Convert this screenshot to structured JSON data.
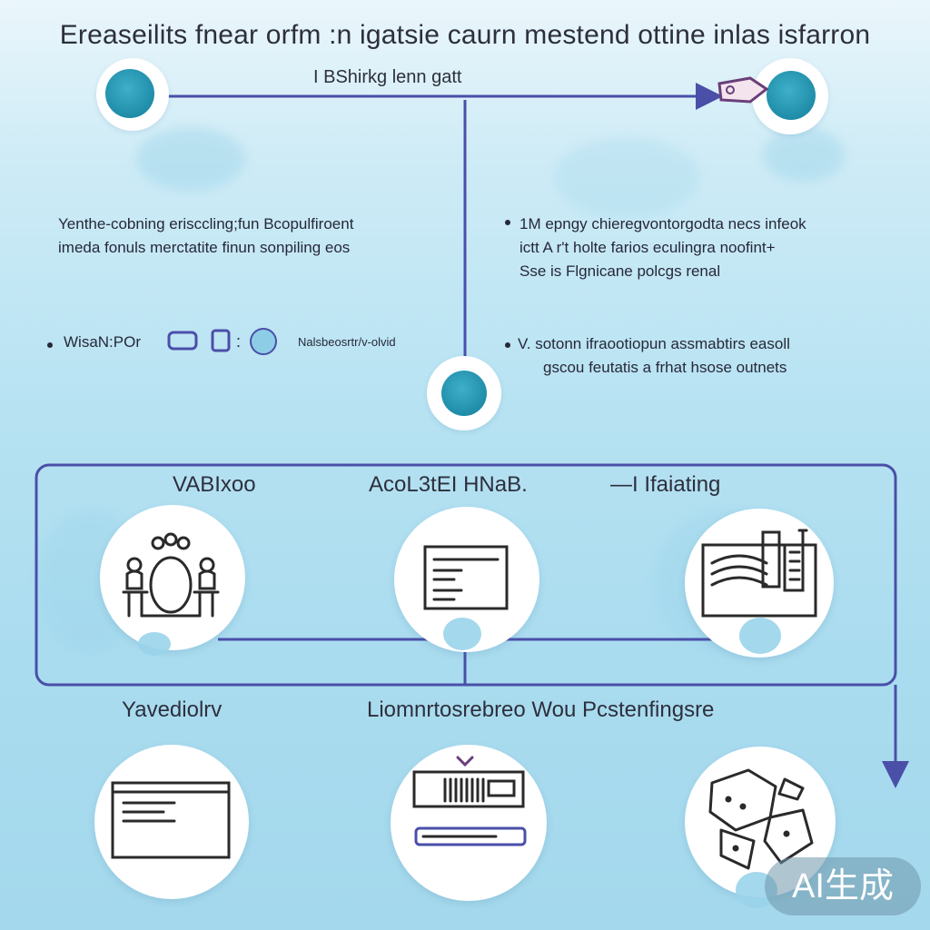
{
  "title": "Ereaseilits fnear orfm :n igatsie caurn mestend ottine inlas isfarron",
  "top_label": "I BShirkg lenn gatt",
  "notes": {
    "left_top": [
      "Yenthe-cobning erisccling;fun Bcopulfiroent",
      "imeda fonuls merctatite finun sonpiling eos"
    ],
    "right_top": [
      "1M epngy chieregvontorgodta necs infeok",
      "ictt A r't holte farios  eculingra noofint+",
      "Sse is Flgnicane polcgs renal"
    ],
    "left_mid": "WisaN:POr",
    "left_mid_tail": "Nalsbeosrtr/v-olvid",
    "right_mid": [
      "V. sotonn ifraootiopun assmabtirs easoll",
      "gscou feutatis a frhat hsose outnets"
    ]
  },
  "row1_labels": [
    "VABIxoo",
    "AcoL3tEI HNaB.",
    "—I Ifaiating"
  ],
  "row2_labels": [
    "Yavediolrv",
    "Liomnrtosrebreo  Wou Pcstenfingsre"
  ],
  "icons": {
    "left_node": "teal-dot-icon",
    "right_node": "tag-icon",
    "center_node": "teal-dot-icon",
    "row1": [
      "meeting-people-icon",
      "document-list-icon",
      "chart-board-icon"
    ],
    "row2": [
      "form-window-icon",
      "data-panel-icon",
      "puzzle-map-icon"
    ]
  },
  "colors": {
    "line": "#4a4fa8",
    "node_teal": "#1d8aa6",
    "bg": "#b6e2f2"
  },
  "badge": "AI生成"
}
